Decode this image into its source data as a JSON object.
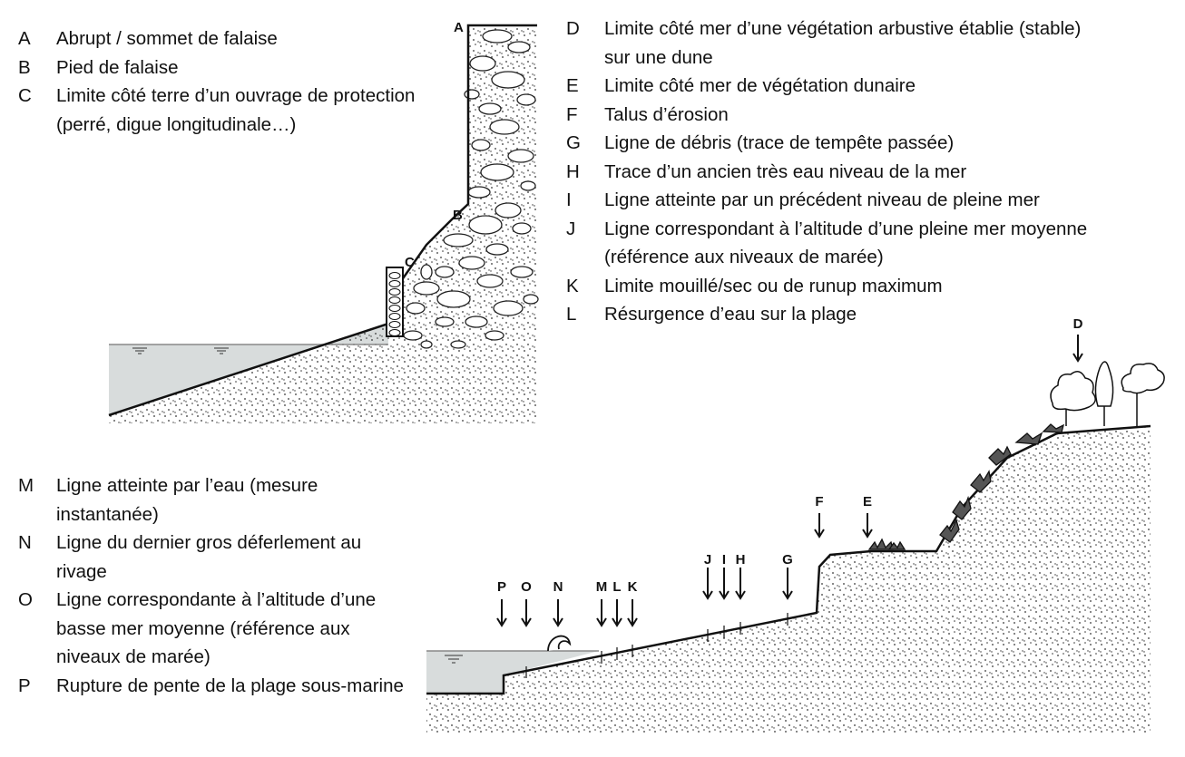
{
  "legend_top_left": [
    {
      "key": "A",
      "text": "Abrupt / sommet de falaise"
    },
    {
      "key": "B",
      "text": "Pied de falaise"
    },
    {
      "key": "C",
      "text": "Limite côté terre d’un ouvrage de protection (perré, digue longitudinale…)"
    }
  ],
  "legend_top_right": [
    {
      "key": "D",
      "text": "Limite côté mer d’une végétation arbustive établie (stable) sur une dune"
    },
    {
      "key": "E",
      "text": "Limite côté mer de végétation dunaire"
    },
    {
      "key": "F",
      "text": "Talus d’érosion"
    },
    {
      "key": "G",
      "text": "Ligne de débris (trace de tempête passée)"
    },
    {
      "key": "H",
      "text": "Trace d’un ancien très eau niveau de la mer"
    },
    {
      "key": "I",
      "text": "Ligne atteinte par un précédent niveau de pleine mer"
    },
    {
      "key": "J",
      "text": "Ligne correspondant à l’altitude d’une pleine mer moyenne (référence aux niveaux de marée)"
    },
    {
      "key": "K",
      "text": "Limite mouillé/sec ou de runup maximum"
    },
    {
      "key": "L",
      "text": "Résurgence d’eau sur la plage"
    }
  ],
  "legend_bottom_left": [
    {
      "key": "M",
      "text": "Ligne atteinte par l’eau (mesure instantanée)"
    },
    {
      "key": "N",
      "text": "Ligne du dernier gros déferlement au rivage"
    },
    {
      "key": "O",
      "text": "Ligne correspondante à l’altitude d’une basse mer moyenne (référence aux niveaux de marée)"
    },
    {
      "key": "P",
      "text": "Rupture de pente de la plage sous-marine"
    }
  ],
  "diagram_labels": {
    "cliff": [
      "A",
      "B",
      "C"
    ],
    "beach": [
      "P",
      "O",
      "N",
      "M",
      "L",
      "K",
      "J",
      "I",
      "H",
      "G",
      "F",
      "E",
      "D"
    ]
  },
  "colors": {
    "water": "#d8dcdc",
    "line": "#111111",
    "sand_dot": "#333333"
  }
}
